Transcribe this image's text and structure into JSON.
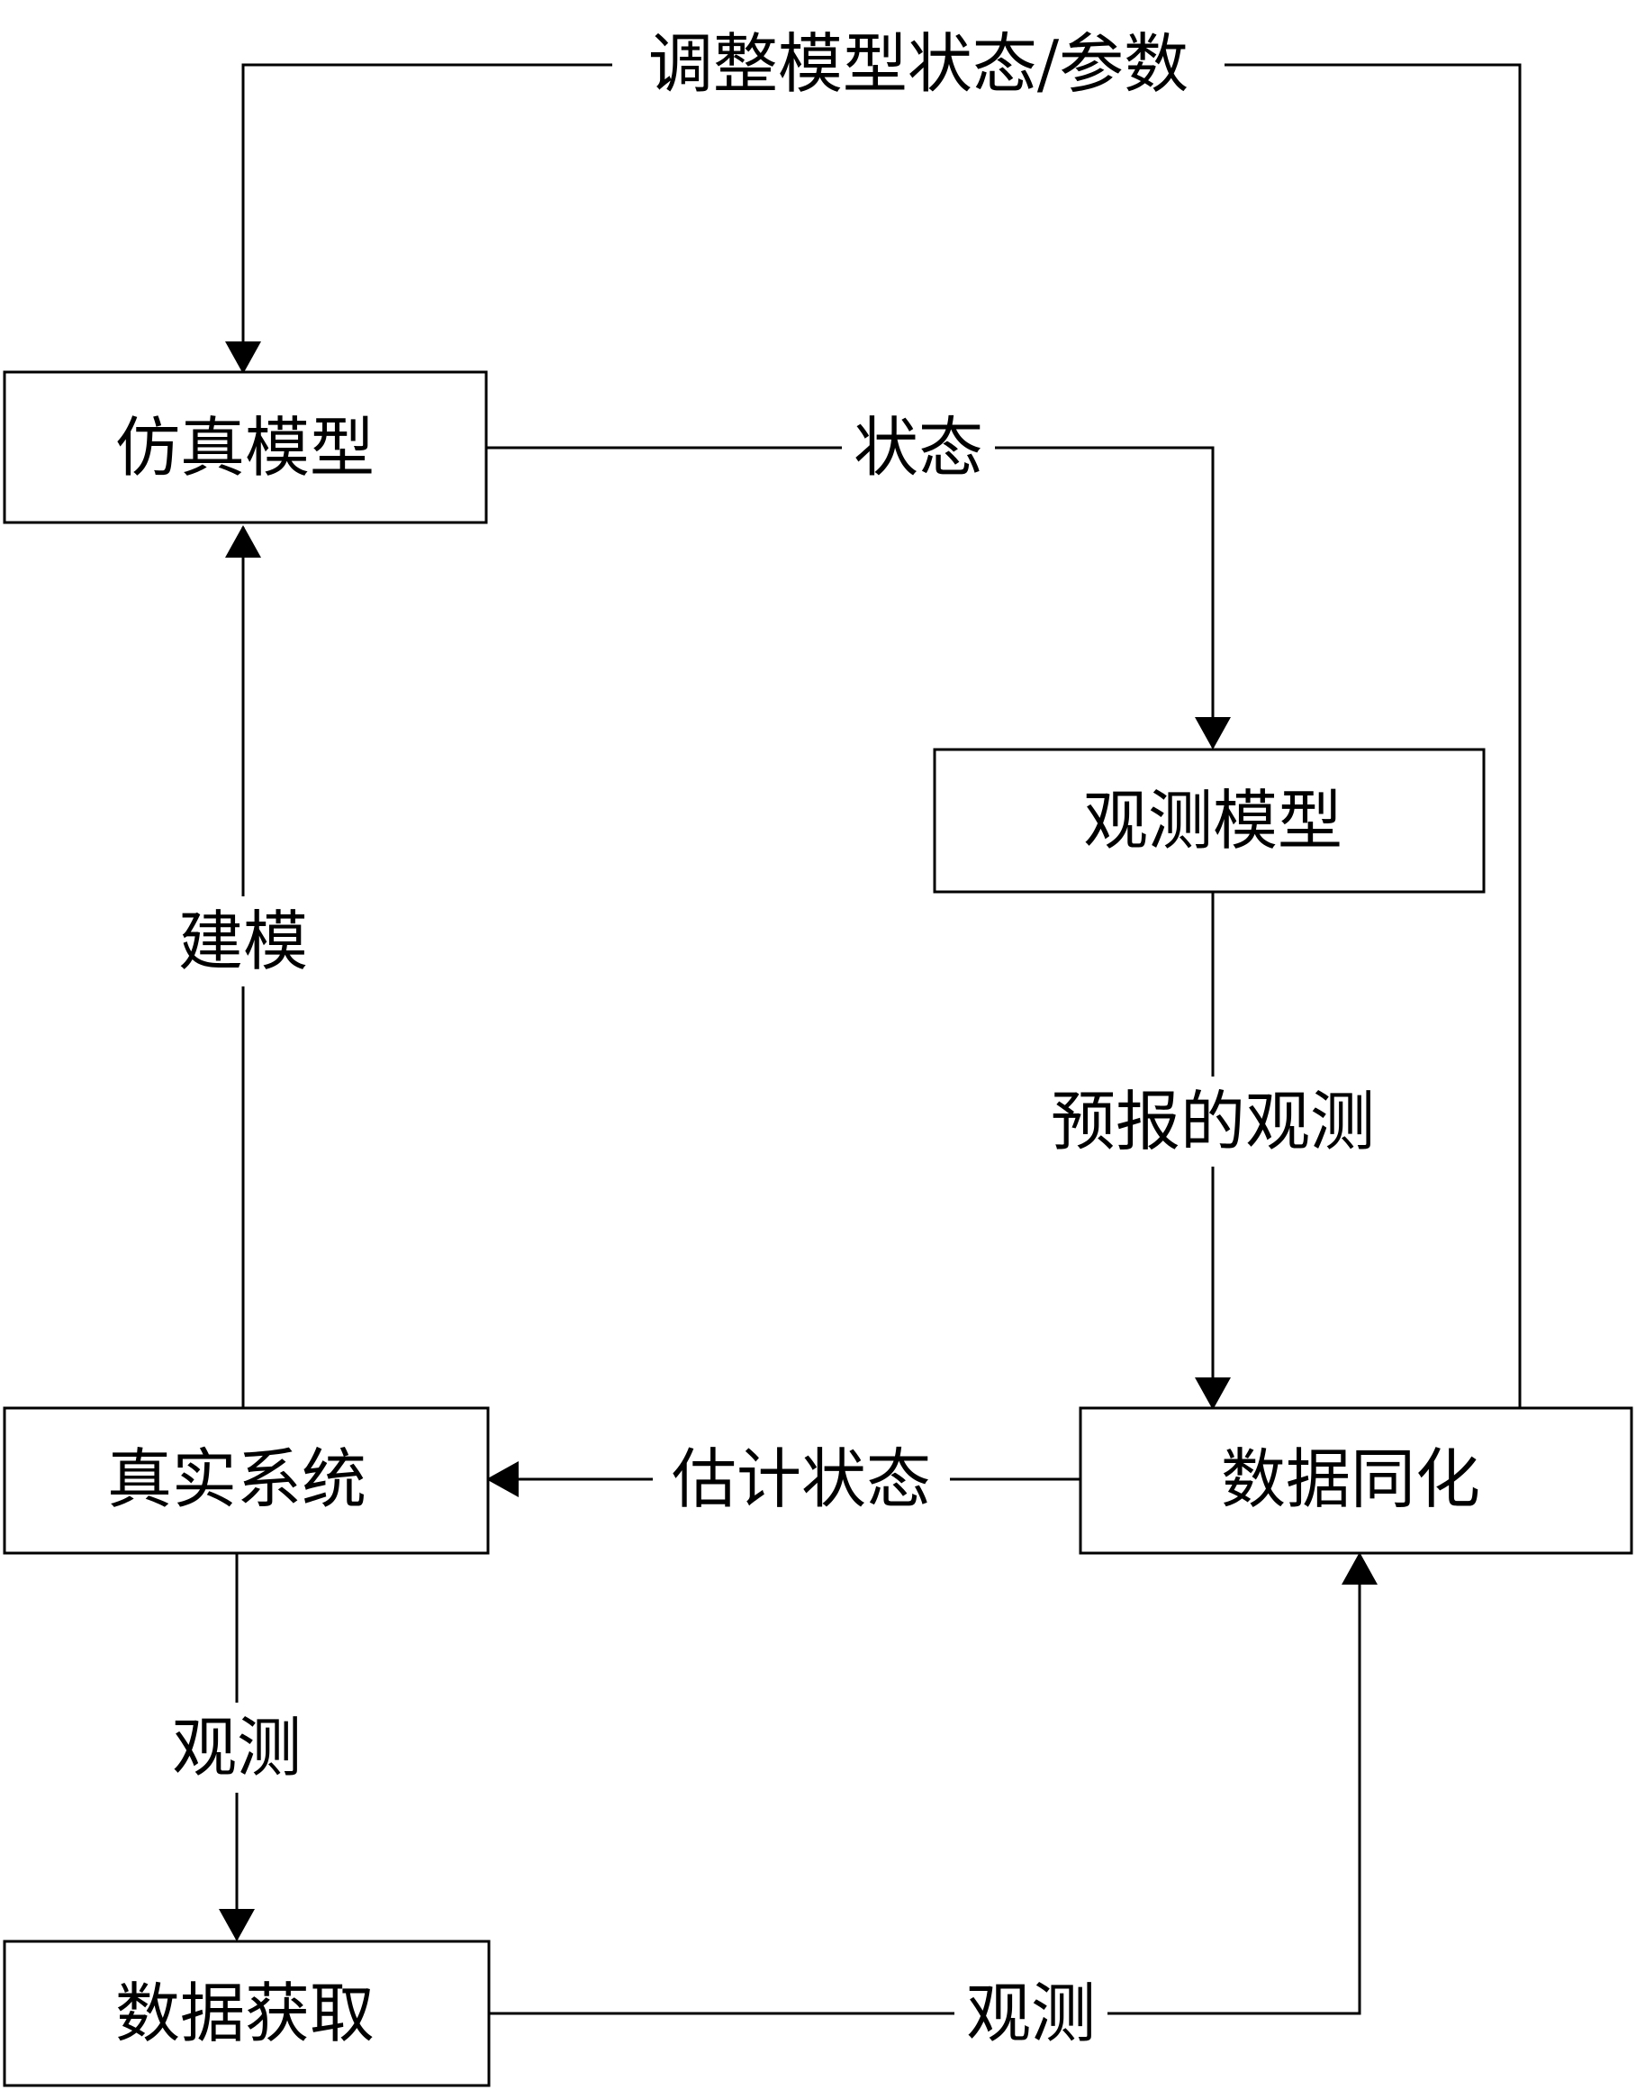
{
  "nodes": {
    "simulation_model": "仿真模型",
    "observation_model": "观测模型",
    "real_system": "真实系统",
    "data_assimilation": "数据同化",
    "data_acquisition": "数据获取"
  },
  "edges": {
    "adjust_state_params": "调整模型状态/参数",
    "state": "状态",
    "modeling": "建模",
    "forecast_observation": "预报的观测",
    "estimated_state": "估计状态",
    "observation_down": "观测",
    "observation_bottom": "观测"
  }
}
